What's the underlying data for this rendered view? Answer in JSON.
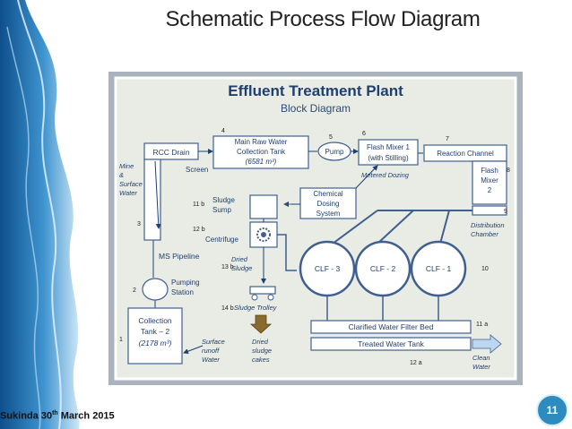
{
  "slide": {
    "title": "Schematic Process Flow Diagram",
    "footer_place": "Sukinda 30",
    "footer_sup": "th",
    "footer_rest": " March 2015",
    "page_number": "11"
  },
  "diagram": {
    "title": "Effluent Treatment Plant",
    "subtitle": "Block Diagram",
    "nodes": {
      "rcc_drain": "RCC Drain",
      "main_tank_1": "Main Raw Water",
      "main_tank_2": "Collection Tank",
      "main_tank_3": "(6581 m³)",
      "pump": "Pump",
      "flash_mixer_1a": "Flash Mixer 1",
      "flash_mixer_1b": "(with Stilling)",
      "reaction_channel": "Reaction Channel",
      "flash_mixer_2a": "Flash",
      "flash_mixer_2b": "Mixer",
      "flash_mixer_2c": "2",
      "chemical_1": "Chemical",
      "chemical_2": "Dosing",
      "chemical_3": "System",
      "sludge_sump_1": "Sludge",
      "sludge_sump_2": "Sump",
      "centrifuge": "Centrifuge",
      "clf3": "CLF - 3",
      "clf2": "CLF - 2",
      "clf1": "CLF - 1",
      "ms_pipeline": "MS Pipeline",
      "pumping_1": "Pumping",
      "pumping_2": "Station",
      "collection_1": "Collection",
      "collection_2": "Tank – 2",
      "collection_3": "(2178 m³)",
      "filter_bed": "Clarified Water Filter Bed",
      "treated_tank": "Treated Water Tank"
    },
    "labels": {
      "screen": "Screen",
      "mine_1": "Mine",
      "mine_2": "&",
      "mine_3": "Surface",
      "mine_4": "Water",
      "metered": "Metered Dozing",
      "distribution_1": "Distribution",
      "distribution_2": "Chamber",
      "dried_sludge_1": "Dried",
      "dried_sludge_2": "Sludge",
      "sludge_trolley": "Sludge Trolley",
      "surface_runoff_1": "Surface",
      "surface_runoff_2": "runoff",
      "surface_runoff_3": "Water",
      "dried_cakes_1": "Dried",
      "dried_cakes_2": "sludge",
      "dried_cakes_3": "cakes",
      "clean_1": "Clean",
      "clean_2": "Water"
    },
    "numbers": {
      "n4": "4",
      "n5": "5",
      "n6": "6",
      "n7": "7",
      "n8": "8",
      "n9": "9",
      "n3": "3",
      "n11b": "11 b",
      "n12b": "12 b",
      "n13b": "13 b",
      "n14b": "14 b",
      "n2": "2",
      "n1": "1",
      "n10": "10",
      "n11a": "11 a",
      "n12a": "12 a"
    }
  }
}
